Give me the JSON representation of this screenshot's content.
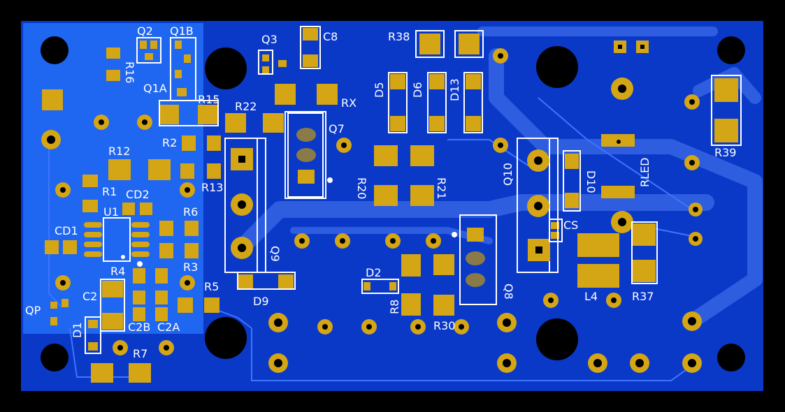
{
  "board": {
    "colors": {
      "background": "#000000",
      "pcb": "#0a39c8",
      "pour": "#1f66f0",
      "pad": "#d4a514",
      "silkscreen": "#ffffff",
      "hole": "#000000"
    },
    "labels": {
      "Q2": "Q2",
      "Q1B": "Q1B",
      "Q1A": "Q1A",
      "R16": "R16",
      "R15": "R15",
      "Q3": "Q3",
      "C8": "C8",
      "R38": "R38",
      "RX": "RX",
      "R22": "R22",
      "Q7": "Q7",
      "D5": "D5",
      "D6": "D6",
      "D13": "D13",
      "R12": "R12",
      "R2": "R2",
      "R13": "R13",
      "R20": "R20",
      "R21": "R21",
      "Q10": "Q10",
      "D10": "D10",
      "RLED": "RLED",
      "R39": "R39",
      "R1": "R1",
      "CD2": "CD2",
      "U1": "U1",
      "R6": "R6",
      "CD1": "CD1",
      "CS": "CS",
      "R4": "R4",
      "R3": "R3",
      "Q9": "Q9",
      "D2": "D2",
      "C2": "C2",
      "R5": "R5",
      "D9": "D9",
      "R8": "R8",
      "R30": "R30",
      "Q8": "Q8",
      "L4": "L4",
      "R37": "R37",
      "QP": "QP",
      "D1": "D1",
      "C2B": "C2B",
      "C2A": "C2A",
      "R7": "R7"
    }
  }
}
